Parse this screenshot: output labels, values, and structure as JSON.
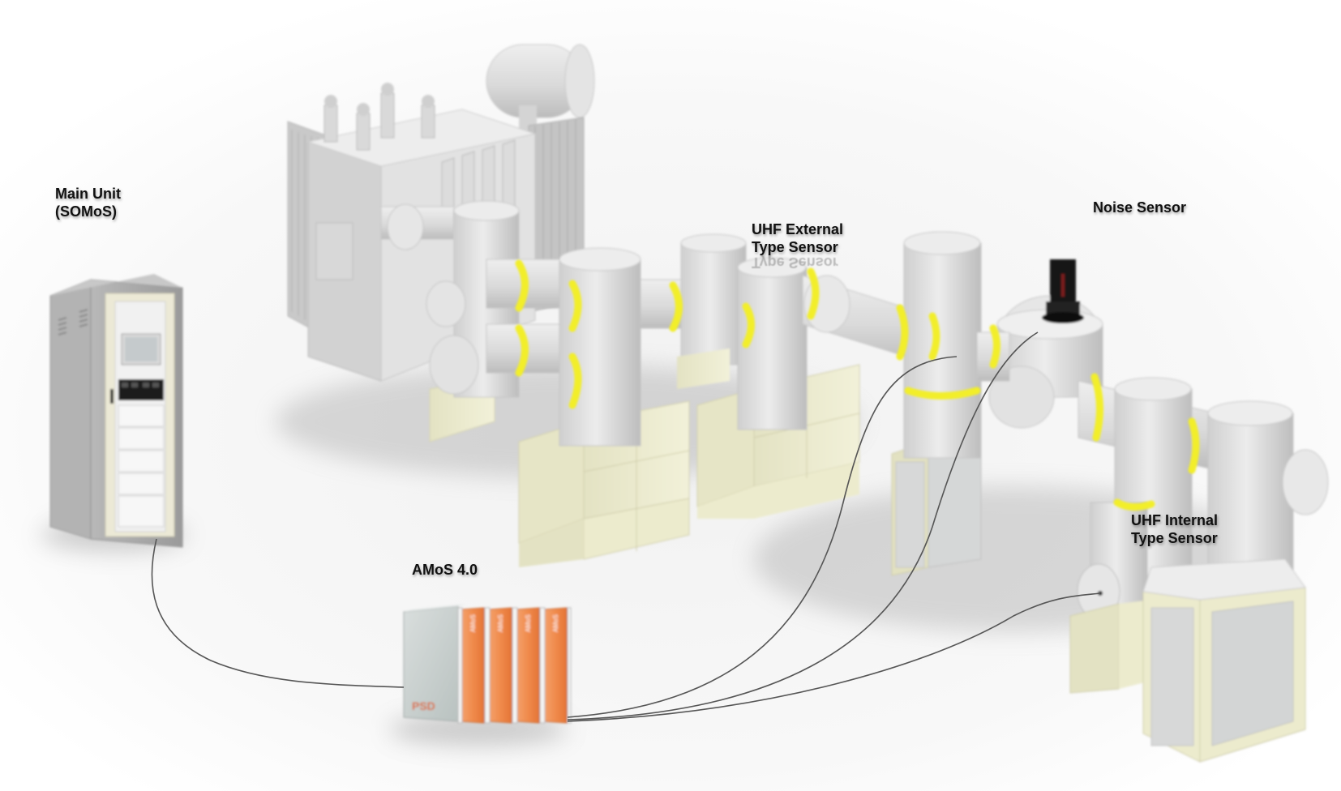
{
  "labels": {
    "main_unit": {
      "line1": "Main Unit",
      "line2": "(SOMoS)"
    },
    "amos": "AMoS 4.0",
    "uhf_external": {
      "line1": "UHF External",
      "line2": "Type Sensor"
    },
    "noise_sensor": "Noise Sensor",
    "uhf_internal": {
      "line1": "UHF Internal",
      "line2": "Type Sensor"
    }
  },
  "device_text": {
    "brand": "PSD",
    "module_label": "AMoS"
  },
  "colors": {
    "sensor_ring": "#f2ee2a",
    "gis_body": "#dcdcdc",
    "support_base": "#ecebcd",
    "amos_module": "#f08a4b",
    "cabinet_frame": "#a9a9a9",
    "cable": "#555555"
  }
}
